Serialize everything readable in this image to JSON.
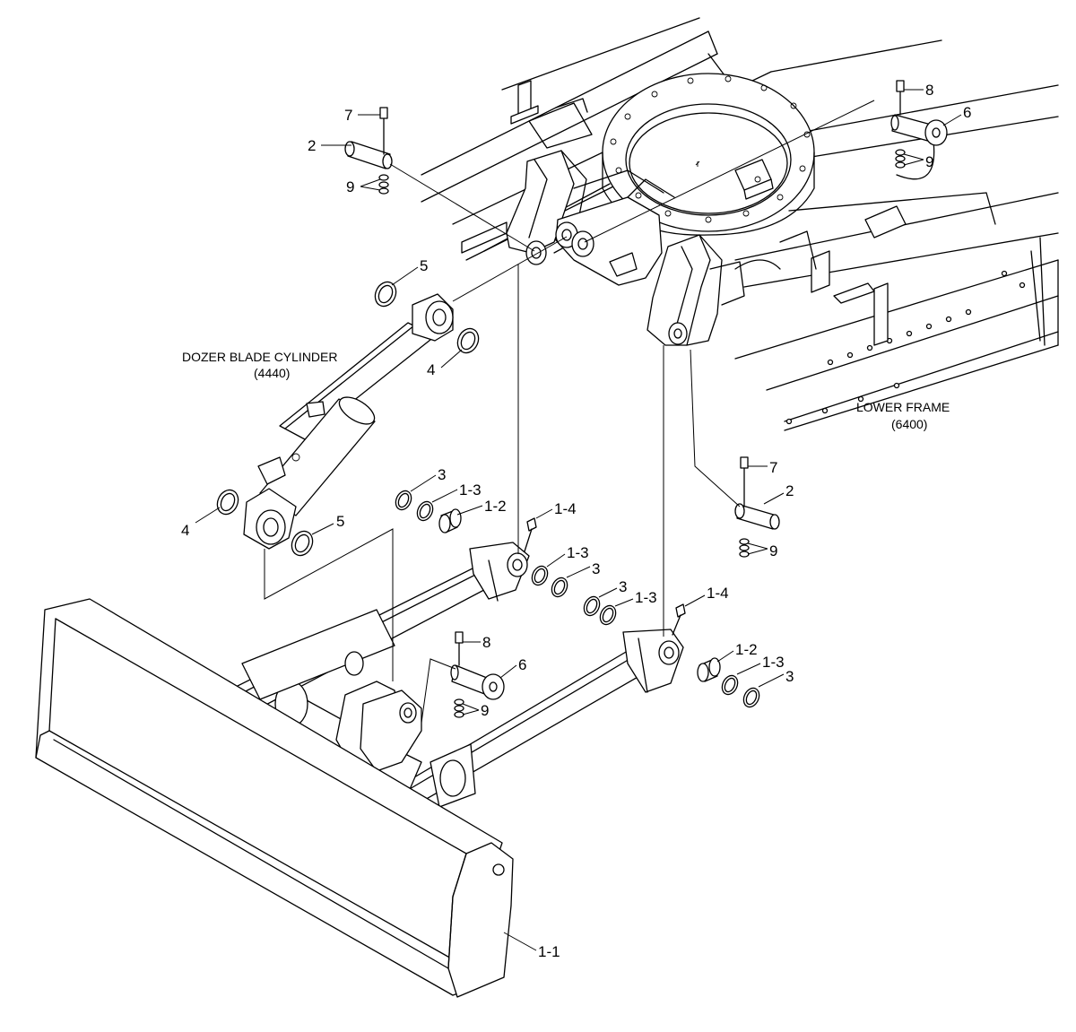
{
  "captions": {
    "cylinder_name": "DOZER BLADE CYLINDER",
    "cylinder_code": "(4440)",
    "frame_name": "LOWER FRAME",
    "frame_code": "(6400)"
  },
  "parts": {
    "blade": "1-1",
    "bushing": "1-2",
    "shim": "1-3",
    "grease_nipple": "1-4",
    "pin": "2",
    "shim_ring": "3",
    "dust_seal": "4",
    "seal_ring": "5",
    "pin_plate": "6",
    "bolt": "7",
    "bolt_plate": "8",
    "nut_washer": "9"
  }
}
